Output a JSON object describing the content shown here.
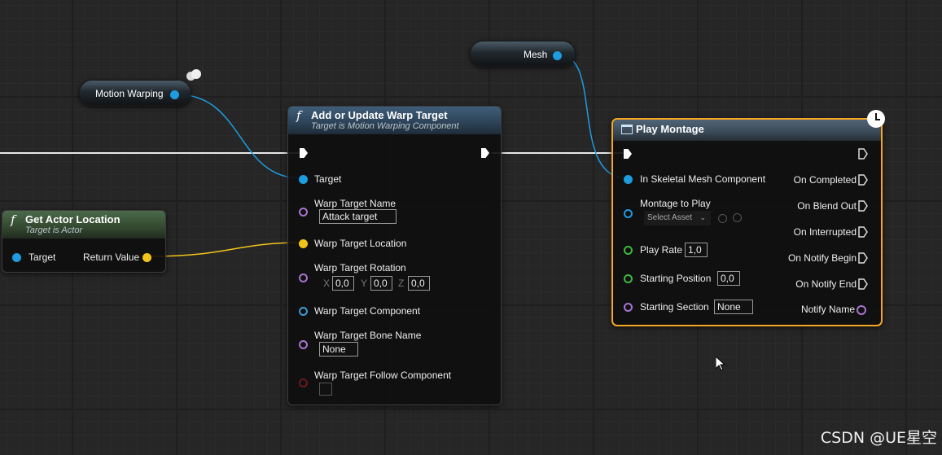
{
  "variables": {
    "motion_warping": "Motion Warping",
    "mesh": "Mesh"
  },
  "get_actor_location": {
    "title": "Get Actor Location",
    "subtitle": "Target is Actor",
    "target": "Target",
    "return_value": "Return Value"
  },
  "warp_target": {
    "title": "Add or Update Warp Target",
    "subtitle": "Target is Motion Warping Component",
    "target": "Target",
    "name_label": "Warp Target Name",
    "name_value": "Attack target",
    "location_label": "Warp Target Location",
    "rotation_label": "Warp Target Rotation",
    "rot_x_label": "X",
    "rot_x": "0,0",
    "rot_y_label": "Y",
    "rot_y": "0,0",
    "rot_z_label": "Z",
    "rot_z": "0,0",
    "component_label": "Warp Target Component",
    "bone_label": "Warp Target Bone Name",
    "bone_value": "None",
    "follow_label": "Warp Target Follow Component"
  },
  "play_montage": {
    "title": "Play Montage",
    "skeletal": "In Skeletal Mesh Component",
    "montage": "Montage to Play",
    "select_asset": "Select Asset",
    "play_rate_label": "Play Rate",
    "play_rate": "1,0",
    "start_pos_label": "Starting Position",
    "start_pos": "0,0",
    "start_section_label": "Starting Section",
    "start_section": "None",
    "outputs": [
      "On Completed",
      "On Blend Out",
      "On Interrupted",
      "On Notify Begin",
      "On Notify End",
      "Notify Name"
    ]
  },
  "watermark": "CSDN @UE星空",
  "colors": {
    "exec_wire": "#ffffff",
    "object_pin": "#1e9ce0",
    "vector_pin": "#f2c41b",
    "name_pin": "#a675d1",
    "float_pin": "#3fb83f",
    "selected_outline": "#f5a623"
  }
}
